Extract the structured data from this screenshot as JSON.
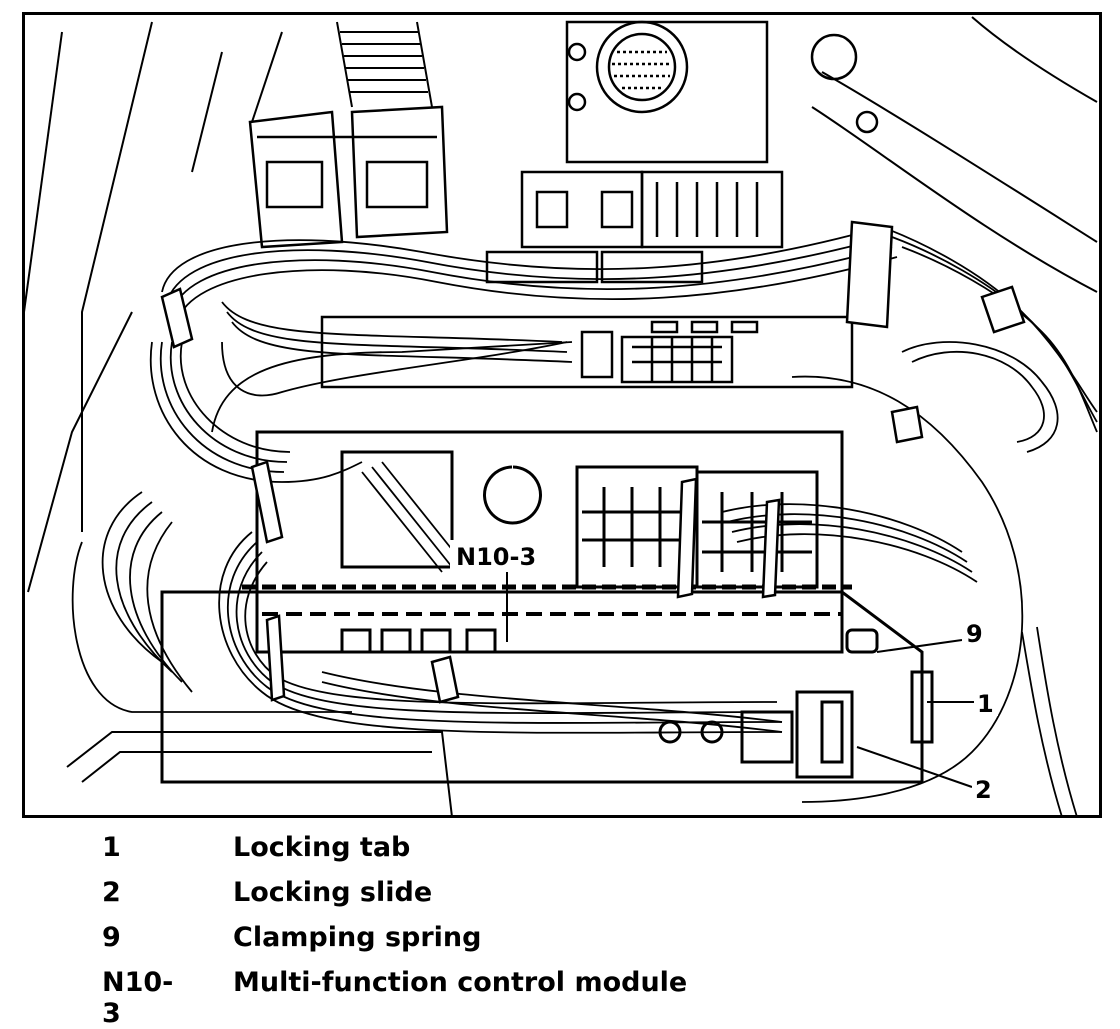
{
  "callouts": {
    "module": "N10-3",
    "clamping_spring": "9",
    "locking_tab": "1",
    "locking_slide": "2"
  },
  "legend": [
    {
      "key": "1",
      "description": "Locking tab"
    },
    {
      "key": "2",
      "description": "Locking slide"
    },
    {
      "key": "9",
      "description": "Clamping spring"
    },
    {
      "key": "N10-3",
      "description": "Multi-function control module"
    }
  ]
}
